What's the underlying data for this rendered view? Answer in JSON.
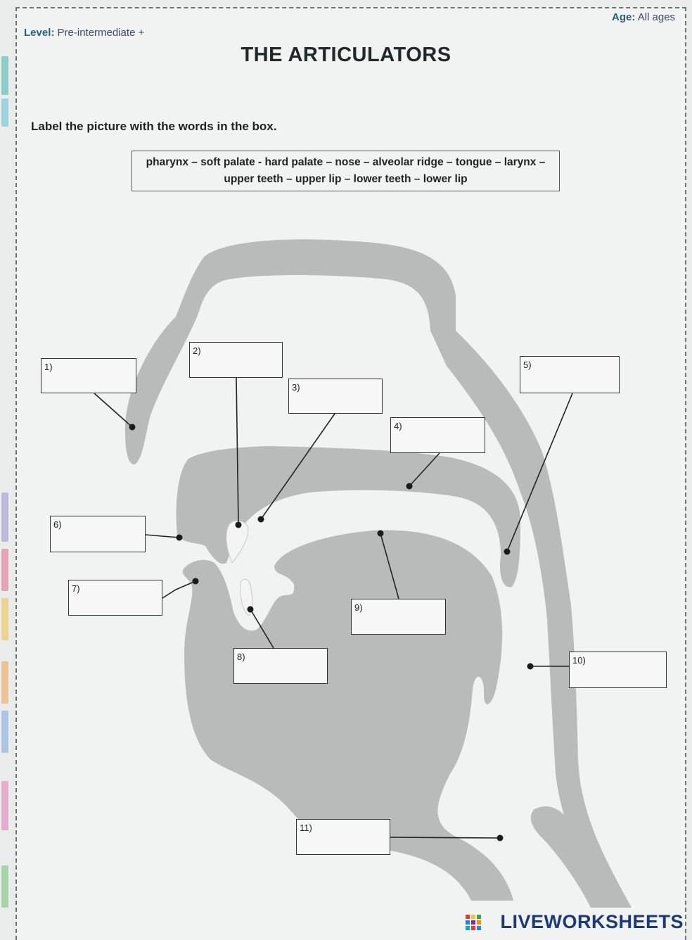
{
  "header": {
    "level_label": "Level:",
    "level_value": "Pre-intermediate +",
    "age_label": "Age:",
    "age_value": "All ages"
  },
  "title": "THE ARTICULATORS",
  "instruction": "Label the picture with the words in the box.",
  "word_box": {
    "line1": "pharynx – soft palate -  hard palate – nose – alveolar ridge – tongue – larynx –",
    "line2": "upper teeth – upper lip – lower teeth – lower lip"
  },
  "labels": [
    "1)",
    "2)",
    "3)",
    "4)",
    "5)",
    "6)",
    "7)",
    "8)",
    "9)",
    "10)",
    "11)"
  ],
  "watermark": "LIVEWORKSHEETS",
  "colors": {
    "anatomy_fill": "#b9bbbb",
    "line": "#222222",
    "accent_blue": "#2a5f7a"
  }
}
